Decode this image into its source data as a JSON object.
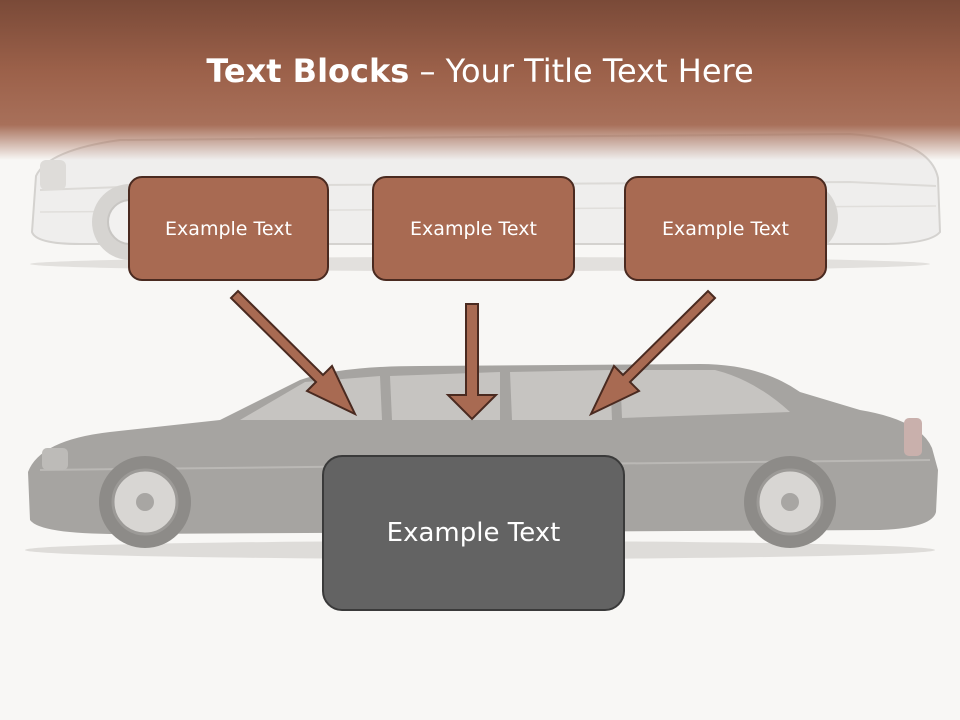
{
  "title": {
    "bold": "Text Blocks",
    "dash": " – ",
    "rest": "Your Title Text Here"
  },
  "blocks": [
    "Example Text",
    "Example Text",
    "Example Text"
  ],
  "main_block": "Example Text",
  "colors": {
    "header": "#9c614a",
    "block_fill": "#a86a52",
    "block_border": "#4a2a20",
    "main_fill": "#636363",
    "arrow": "#a86a52",
    "background": "#f8f7f5"
  }
}
